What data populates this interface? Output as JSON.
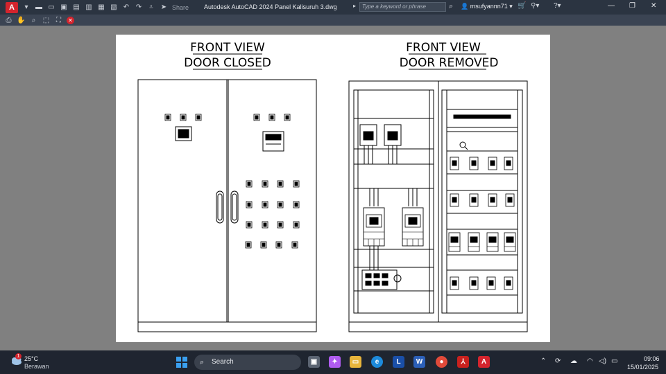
{
  "app": {
    "logo_letter": "A",
    "title": "Autodesk AutoCAD 2024   Panel Kalisuruh 3.dwg",
    "share_label": "Share",
    "search_placeholder": "Type a keyword or phrase",
    "username": "msufyannn71",
    "accent": "#d4242d"
  },
  "drawing": {
    "left_title_1": "FRONT VIEW",
    "left_title_2": "DOOR CLOSED",
    "right_title_1": "FRONT VIEW",
    "right_title_2": "DOOR REMOVED"
  },
  "taskbar": {
    "weather_temp": "25°C",
    "weather_condition": "Berawan",
    "weather_badge": "1",
    "search_label": "Search",
    "time": "09:06",
    "date": "15/01/2025",
    "app_l_label": "L",
    "app_w_label": "W"
  }
}
